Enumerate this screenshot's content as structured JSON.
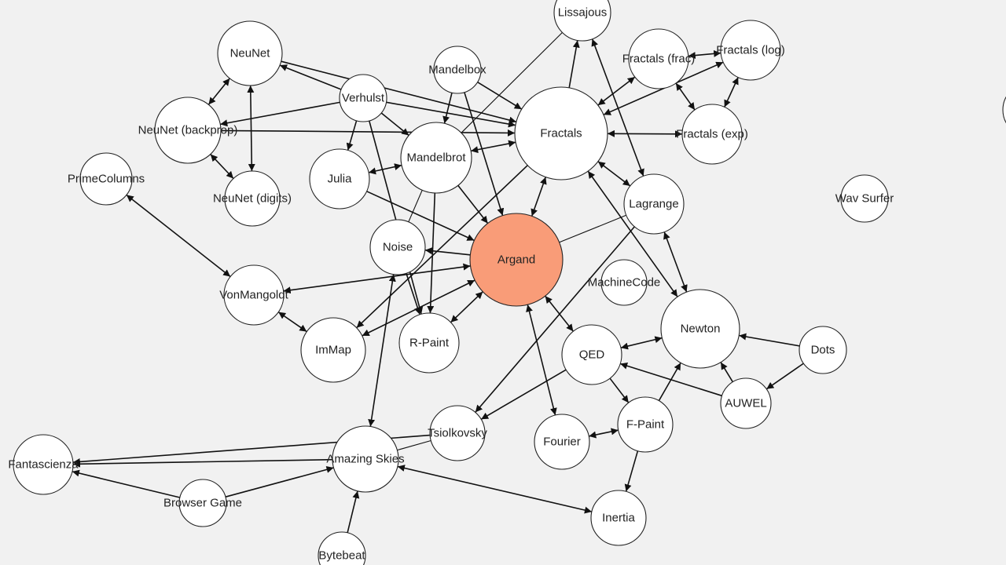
{
  "accent_color": "#f99c78",
  "nodes": [
    {
      "id": "neunet",
      "label": "NeuNet"
    },
    {
      "id": "neunet-backprop",
      "label": "NeuNet (backprop)"
    },
    {
      "id": "neunet-digits",
      "label": "NeuNet (digits)"
    },
    {
      "id": "primecolumns",
      "label": "PrimeColumns"
    },
    {
      "id": "verhulst",
      "label": "Verhulst"
    },
    {
      "id": "mandelbox",
      "label": "Mandelbox"
    },
    {
      "id": "mandelbrot",
      "label": "Mandelbrot"
    },
    {
      "id": "julia",
      "label": "Julia"
    },
    {
      "id": "lissajous",
      "label": "Lissajous"
    },
    {
      "id": "fractals",
      "label": "Fractals"
    },
    {
      "id": "fractals-frac",
      "label": "Fractals (frac)"
    },
    {
      "id": "fractals-log",
      "label": "Fractals (log)"
    },
    {
      "id": "fractals-exp",
      "label": "Fractals (exp)"
    },
    {
      "id": "lagrange",
      "label": "Lagrange"
    },
    {
      "id": "wav-surfer",
      "label": "Wav Surfer"
    },
    {
      "id": "noise",
      "label": "Noise"
    },
    {
      "id": "argand",
      "label": "Argand",
      "highlight": true
    },
    {
      "id": "machinecode",
      "label": "MachineCode"
    },
    {
      "id": "vonmangoldt",
      "label": "VonMangoldt"
    },
    {
      "id": "immap",
      "label": "ImMap"
    },
    {
      "id": "r-paint",
      "label": "R-Paint"
    },
    {
      "id": "newton",
      "label": "Newton"
    },
    {
      "id": "qed",
      "label": "QED"
    },
    {
      "id": "dots",
      "label": "Dots"
    },
    {
      "id": "auwel",
      "label": "AUWEL"
    },
    {
      "id": "f-paint",
      "label": "F-Paint"
    },
    {
      "id": "tsiolkovsky",
      "label": "Tsiolkovsky"
    },
    {
      "id": "fourier",
      "label": "Fourier"
    },
    {
      "id": "fantascienza",
      "label": "Fantascienza"
    },
    {
      "id": "amazing-skies",
      "label": "Amazing Skies"
    },
    {
      "id": "browser-game",
      "label": "Browser Game"
    },
    {
      "id": "inertia",
      "label": "Inertia"
    },
    {
      "id": "bytebeat",
      "label": "Bytebeat"
    },
    {
      "id": "offscreen-node",
      "label": ""
    }
  ],
  "edges": [
    {
      "from": "neunet",
      "to": "neunet-backprop",
      "dir": "both"
    },
    {
      "from": "neunet",
      "to": "neunet-digits",
      "dir": "both"
    },
    {
      "from": "neunet-backprop",
      "to": "neunet-digits",
      "dir": "both"
    },
    {
      "from": "verhulst",
      "to": "neunet",
      "dir": "to"
    },
    {
      "from": "verhulst",
      "to": "neunet-backprop",
      "dir": "to"
    },
    {
      "from": "verhulst",
      "to": "julia",
      "dir": "to"
    },
    {
      "from": "verhulst",
      "to": "mandelbrot",
      "dir": "to"
    },
    {
      "from": "verhulst",
      "to": "fractals",
      "dir": "to"
    },
    {
      "from": "verhulst",
      "to": "r-paint",
      "dir": "to"
    },
    {
      "from": "fractals",
      "to": "neunet",
      "dir": "from"
    },
    {
      "from": "fractals",
      "to": "neunet-backprop",
      "dir": "from"
    },
    {
      "from": "mandelbox",
      "to": "mandelbrot",
      "dir": "to"
    },
    {
      "from": "mandelbox",
      "to": "fractals",
      "dir": "to"
    },
    {
      "from": "mandelbox",
      "to": "argand",
      "dir": "to"
    },
    {
      "from": "julia",
      "to": "mandelbrot",
      "dir": "both"
    },
    {
      "from": "julia",
      "to": "argand",
      "dir": "to"
    },
    {
      "from": "mandelbrot",
      "to": "fractals",
      "dir": "both"
    },
    {
      "from": "mandelbrot",
      "to": "argand",
      "dir": "to"
    },
    {
      "from": "mandelbrot",
      "to": "r-paint",
      "dir": "to"
    },
    {
      "from": "mandelbrot",
      "to": "noise",
      "dir": "none"
    },
    {
      "from": "mandelbrot",
      "to": "lissajous",
      "dir": "none"
    },
    {
      "from": "fractals",
      "to": "lissajous",
      "dir": "to"
    },
    {
      "from": "fractals",
      "to": "fractals-frac",
      "dir": "both"
    },
    {
      "from": "fractals",
      "to": "fractals-log",
      "dir": "both"
    },
    {
      "from": "fractals",
      "to": "fractals-exp",
      "dir": "both"
    },
    {
      "from": "fractals-frac",
      "to": "fractals-log",
      "dir": "both"
    },
    {
      "from": "fractals-frac",
      "to": "fractals-exp",
      "dir": "both"
    },
    {
      "from": "fractals-log",
      "to": "fractals-exp",
      "dir": "both"
    },
    {
      "from": "fractals",
      "to": "lagrange",
      "dir": "both"
    },
    {
      "from": "fractals",
      "to": "argand",
      "dir": "both"
    },
    {
      "from": "fractals",
      "to": "newton",
      "dir": "both"
    },
    {
      "from": "fractals",
      "to": "immap",
      "dir": "to"
    },
    {
      "from": "lissajous",
      "to": "lagrange",
      "dir": "both"
    },
    {
      "from": "lagrange",
      "to": "newton",
      "dir": "both"
    },
    {
      "from": "lagrange",
      "to": "argand",
      "dir": "none"
    },
    {
      "from": "lagrange",
      "to": "tsiolkovsky",
      "dir": "to"
    },
    {
      "from": "noise",
      "to": "r-paint",
      "dir": "to"
    },
    {
      "from": "noise",
      "to": "amazing-skies",
      "dir": "both"
    },
    {
      "from": "noise",
      "to": "argand",
      "dir": "from"
    },
    {
      "from": "argand",
      "to": "vonmangoldt",
      "dir": "both"
    },
    {
      "from": "argand",
      "to": "immap",
      "dir": "both"
    },
    {
      "from": "argand",
      "to": "r-paint",
      "dir": "both"
    },
    {
      "from": "argand",
      "to": "qed",
      "dir": "both"
    },
    {
      "from": "argand",
      "to": "fourier",
      "dir": "both"
    },
    {
      "from": "primecolumns",
      "to": "vonmangoldt",
      "dir": "both"
    },
    {
      "from": "vonmangoldt",
      "to": "immap",
      "dir": "both"
    },
    {
      "from": "qed",
      "to": "newton",
      "dir": "both"
    },
    {
      "from": "qed",
      "to": "tsiolkovsky",
      "dir": "to"
    },
    {
      "from": "qed",
      "to": "f-paint",
      "dir": "to"
    },
    {
      "from": "dots",
      "to": "newton",
      "dir": "to"
    },
    {
      "from": "dots",
      "to": "auwel",
      "dir": "to"
    },
    {
      "from": "auwel",
      "to": "newton",
      "dir": "to"
    },
    {
      "from": "auwel",
      "to": "qed",
      "dir": "to"
    },
    {
      "from": "f-paint",
      "to": "newton",
      "dir": "to"
    },
    {
      "from": "f-paint",
      "to": "inertia",
      "dir": "to"
    },
    {
      "from": "fourier",
      "to": "f-paint",
      "dir": "both"
    },
    {
      "from": "tsiolkovsky",
      "to": "amazing-skies",
      "dir": "none"
    },
    {
      "from": "amazing-skies",
      "to": "fantascienza",
      "dir": "to"
    },
    {
      "from": "amazing-skies",
      "to": "inertia",
      "dir": "both"
    },
    {
      "from": "tsiolkovsky",
      "to": "fantascienza",
      "dir": "to"
    },
    {
      "from": "browser-game",
      "to": "fantascienza",
      "dir": "to"
    },
    {
      "from": "browser-game",
      "to": "amazing-skies",
      "dir": "to"
    },
    {
      "from": "bytebeat",
      "to": "amazing-skies",
      "dir": "to"
    }
  ]
}
